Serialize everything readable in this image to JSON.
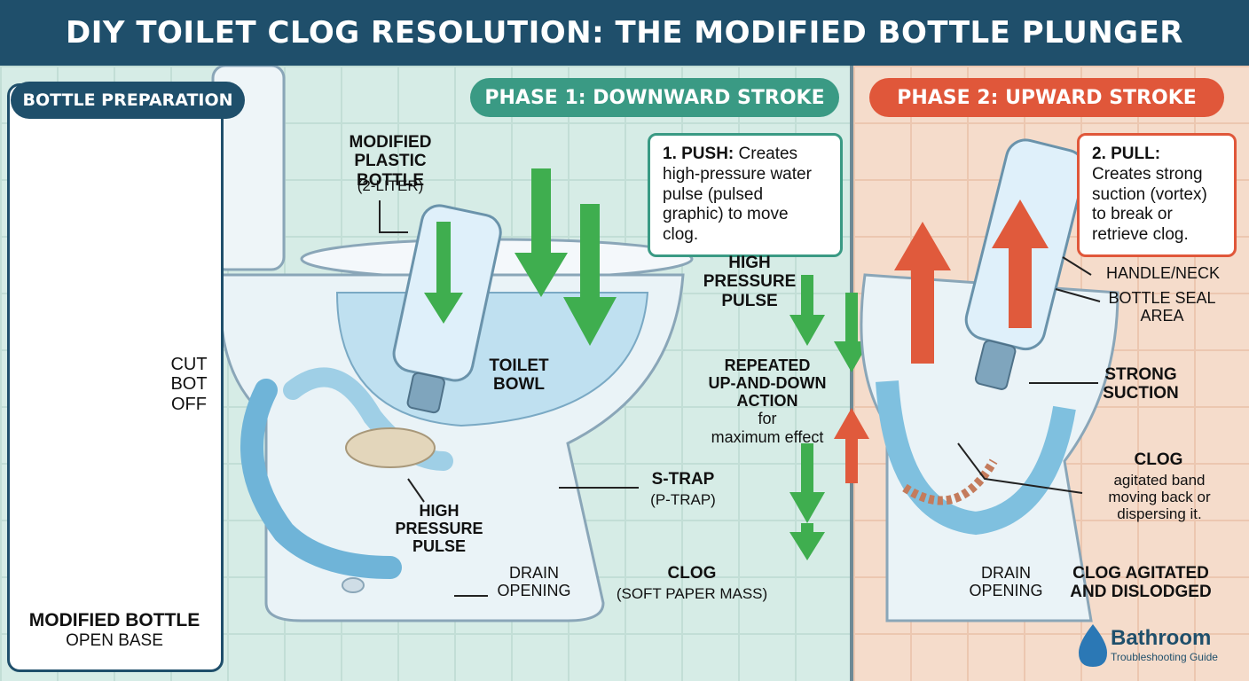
{
  "header": {
    "title": "DIY TOILET CLOG RESOLUTION: THE MODIFIED BOTTLE PLUNGER"
  },
  "prep": {
    "title": "BOTTLE PREPARATION",
    "cut_label": "CUT\nBOT\nOFF",
    "result_title": "MODIFIED BOTTLE",
    "result_sub": "OPEN BASE"
  },
  "phase1": {
    "title": "PHASE 1: DOWNWARD STROKE",
    "bottle_title": "MODIFIED\nPLASTIC BOTTLE",
    "bottle_sub": "(2-LITER)",
    "push_bold": "1. PUSH:",
    "push_text": "Creates high-pressure water pulse (pulsed graphic) to move clog.",
    "high_pressure": "HIGH\nPRESSURE\nPULSE",
    "toilet_bowl": "TOILET\nBOWL",
    "repeated_bold": "REPEATED\nUP-AND-DOWN\nACTION",
    "repeated_text": "for\nmaximum effect",
    "strap_title": "S-TRAP",
    "strap_sub": "(P-TRAP)",
    "pulse_title": "HIGH\nPRESSURE\nPULSE",
    "drain": "DRAIN\nOPENING",
    "clog_title": "CLOG",
    "clog_sub": "(SOFT PAPER MASS)"
  },
  "phase2": {
    "title": "PHASE 2: UPWARD STROKE",
    "pull_bold": "2. PULL:",
    "pull_text": "Creates strong suction (vortex) to break or retrieve clog.",
    "handle": "HANDLE/NECK",
    "seal": "BOTTLE SEAL\nAREA",
    "suction": "STRONG\nSUCTION",
    "clog_title": "CLOG",
    "clog_text": "agitated band\nmoving back or\ndispersing it.",
    "drain": "DRAIN\nOPENING",
    "dislodged": "CLOG AGITATED\nAND DISLODGED"
  },
  "brand": {
    "name": "Bathroom",
    "sub": "Troubleshooting Guide"
  },
  "colors": {
    "navy": "#1f4f6b",
    "teal": "#3a9a84",
    "orange": "#e0573a",
    "green": "#3fae4f",
    "red": "#e05a3c"
  }
}
